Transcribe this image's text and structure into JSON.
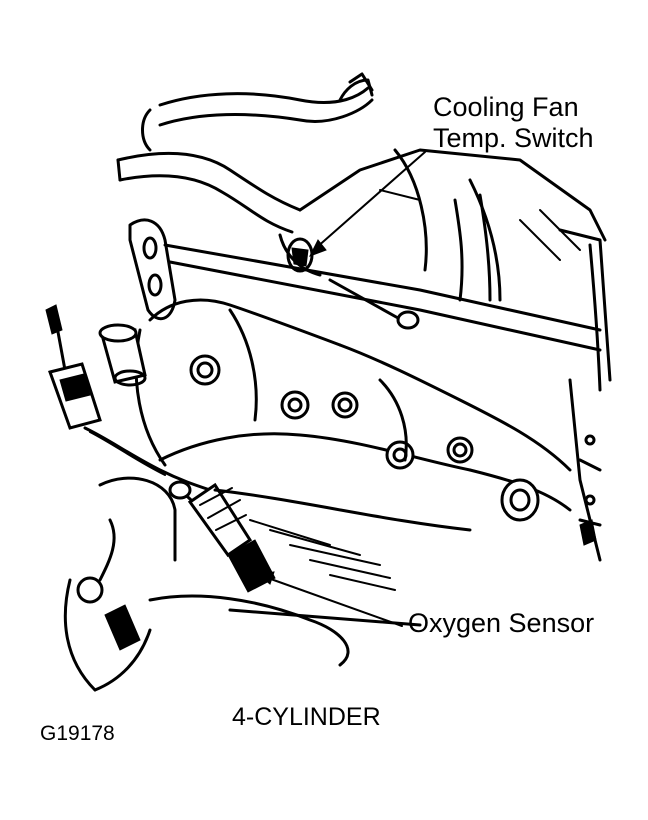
{
  "labels": {
    "cooling_fan_line1": "Cooling Fan",
    "cooling_fan_line2": "Temp. Switch",
    "oxygen_sensor": "Oxygen Sensor"
  },
  "caption": "4-CYLINDER",
  "figure_id": "G19178",
  "colors": {
    "ink": "#000000",
    "paper": "#ffffff"
  }
}
